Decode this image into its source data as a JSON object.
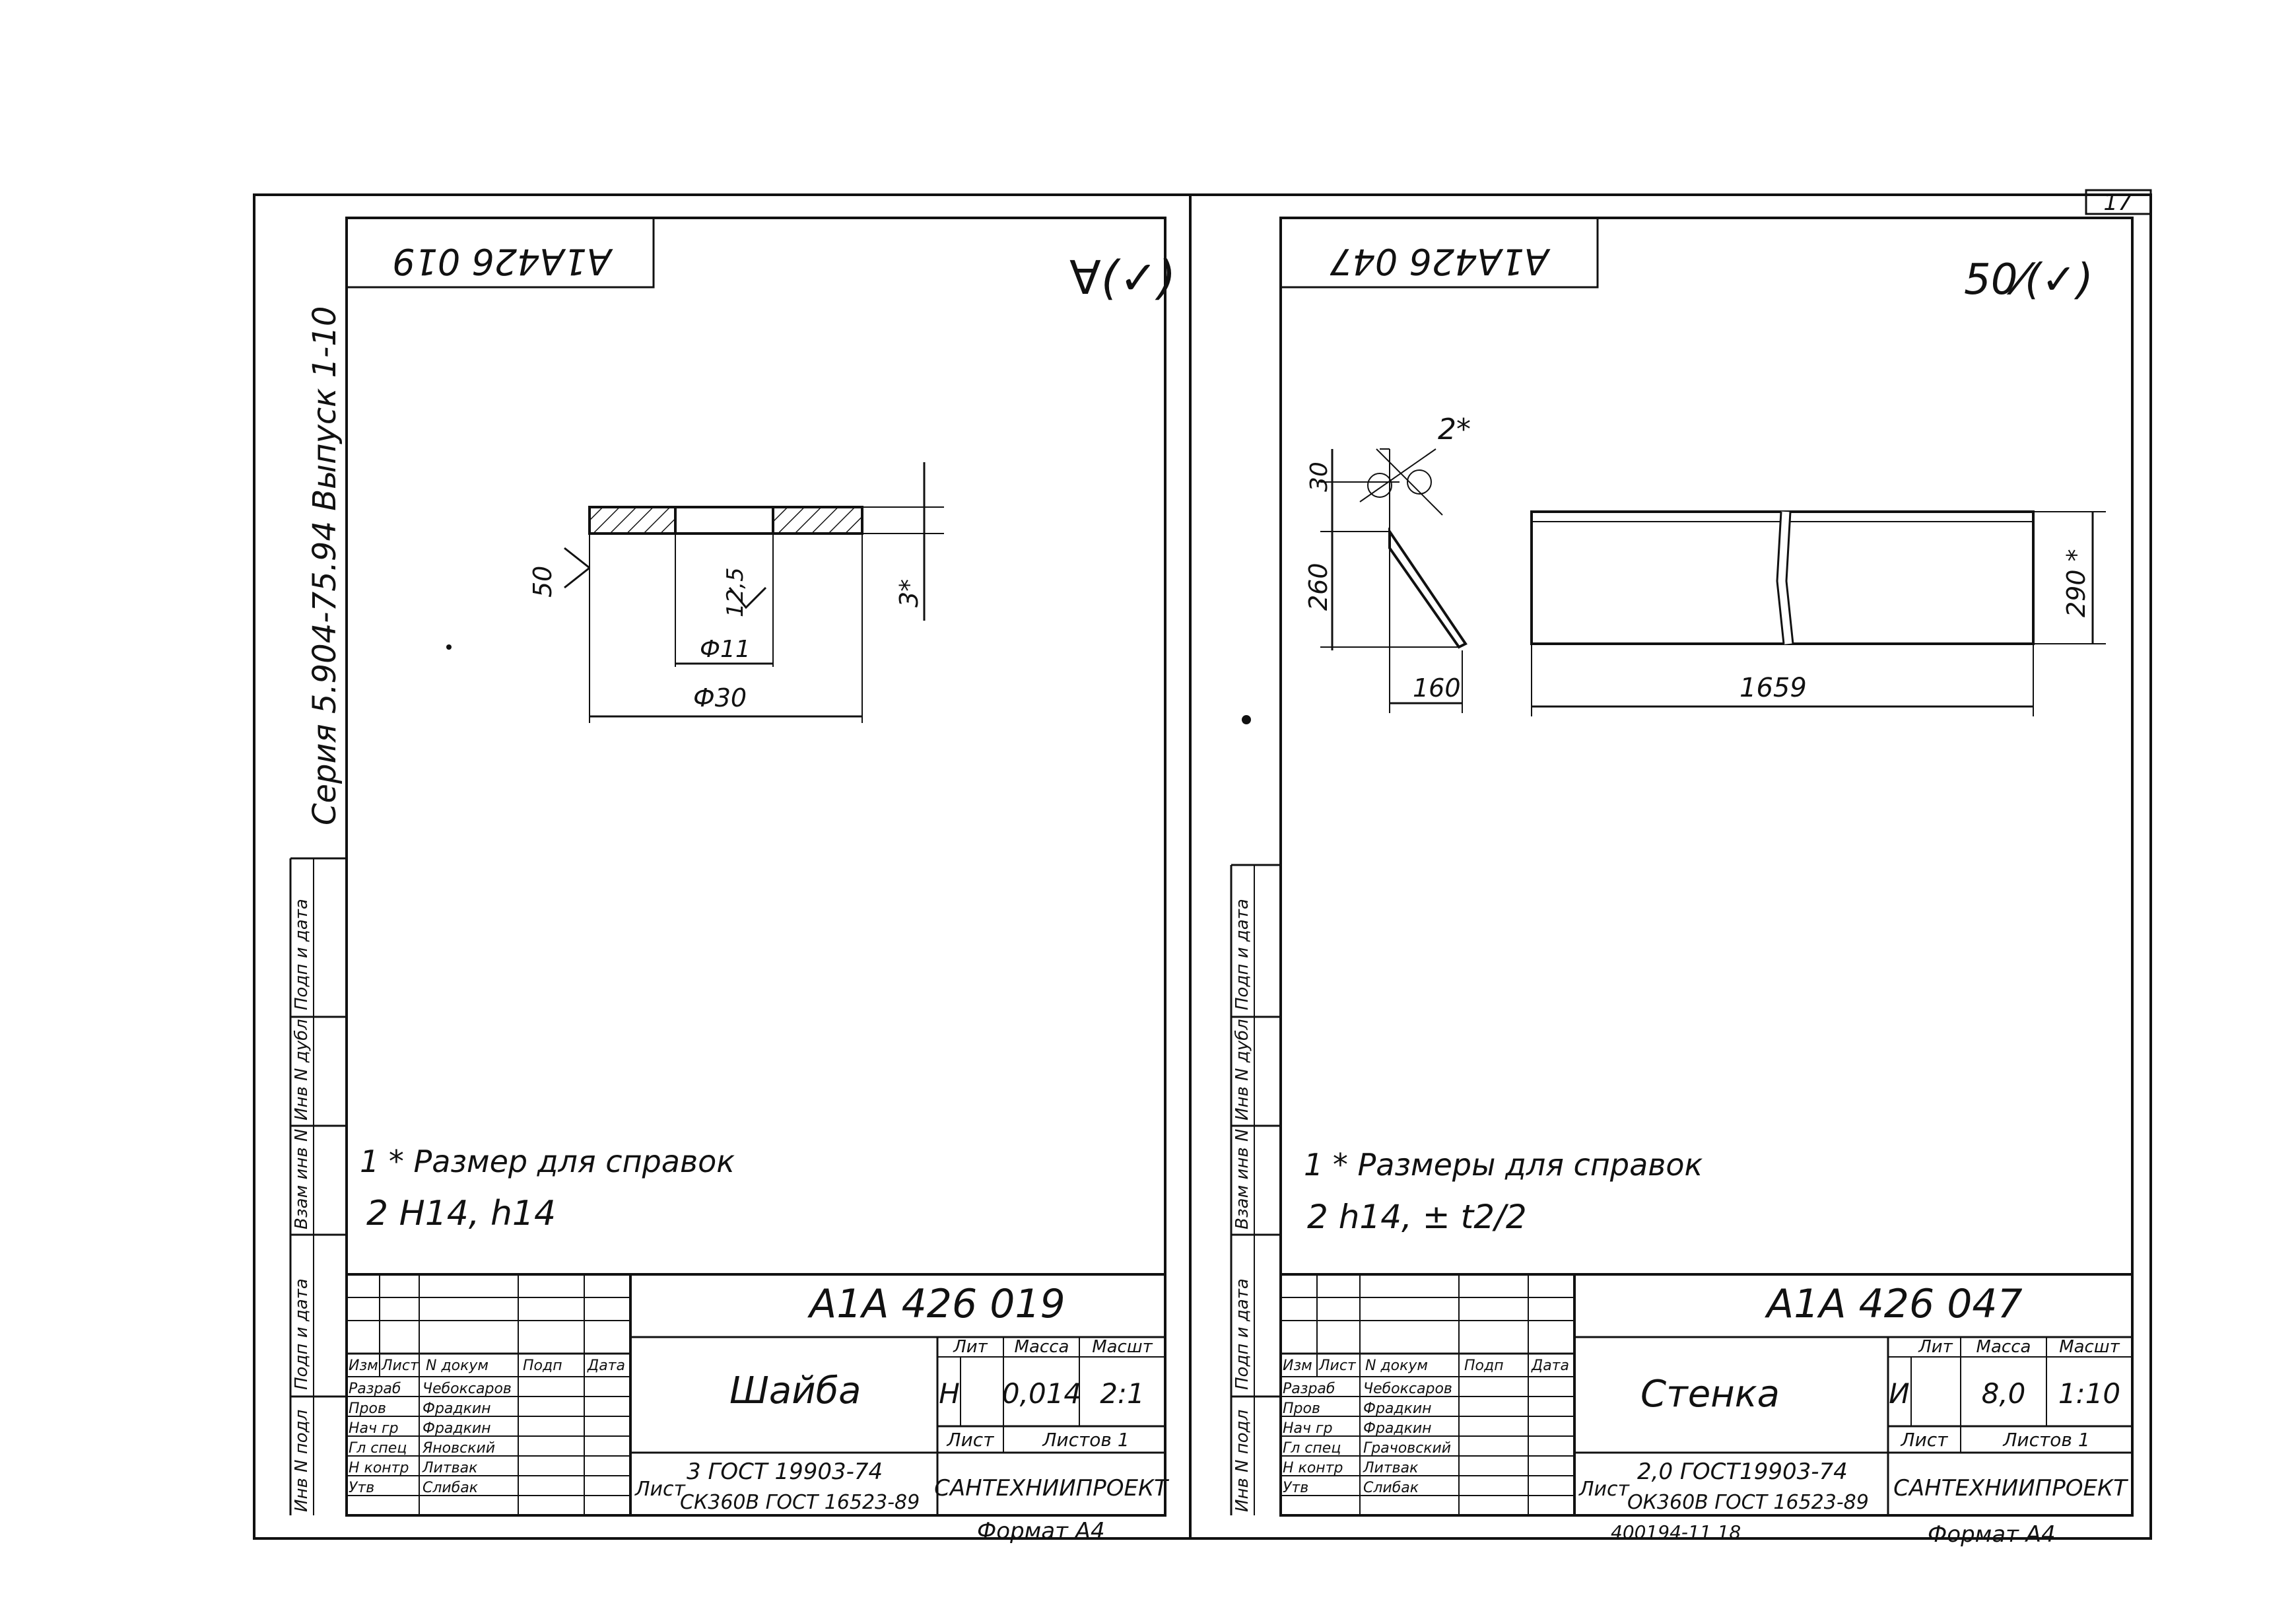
{
  "page_number": "17",
  "series_label": "Серия 5.904-75.94    Выпуск 1-10",
  "footer_code": "400194-11    18",
  "left_margin_cells": [
    "Инв N подл",
    "Подп и дата",
    "Взам инв N",
    "Инв N дубл",
    "Подп и дата"
  ],
  "sheets": [
    {
      "mirrored_code": "A1A426 019",
      "roughness": "∀(✓)",
      "part_name": "Шайба",
      "drawing_code": "A1A 426 019",
      "litera": "Н",
      "mass": "0,014",
      "scale": "2:1",
      "sheet_label": "Лист",
      "sheets_label": "Листов 1",
      "material_top": "3 ГОСТ 19903-74",
      "material_bottom": "СК360В ГОСТ 16523-89",
      "material_prefix": "Лист",
      "organization": "САНТЕХНИИПРОЕКТ",
      "format": "Формат А4",
      "note1": "1 * Размер для справок",
      "note2": "2 H14, h14",
      "dims": {
        "outer": "Ф30",
        "inner": "Ф11",
        "thickness": "3*",
        "rough_left": "50",
        "rough_mid": "12,5"
      },
      "table_headers": [
        "Изм",
        "Лист",
        "N докум",
        "Подп",
        "Дата"
      ],
      "table_roles": [
        "Разраб",
        "Пров",
        "Нач гр",
        "Гл спец",
        "Н контр",
        "Утв"
      ],
      "table_names": [
        "Чебоксаров",
        "Фрадкин",
        "Фрадкин",
        "Яновский",
        "Литвак",
        "Слибак"
      ],
      "col_labels": [
        "Лит",
        "Масса",
        "Масшт"
      ]
    },
    {
      "mirrored_code": "A1A426 047",
      "roughness": "50⁄(✓)",
      "part_name": "Стенка",
      "drawing_code": "A1A 426 047",
      "litera": "И",
      "mass": "8,0",
      "scale": "1:10",
      "sheet_label": "Лист",
      "sheets_label": "Листов 1",
      "material_top": "2,0 ГОСТ19903-74",
      "material_bottom": "ОК360В ГОСТ 16523-89",
      "material_prefix": "Лист",
      "organization": "САНТЕХНИИПРОЕКТ",
      "format": "Формат А4",
      "note1": "1 * Размеры для справок",
      "note2": "2 h14, ± t2/2",
      "dims": {
        "top": "2*",
        "angle": "30",
        "height": "260",
        "base": "160",
        "length": "1659",
        "width": "290 *"
      },
      "table_headers": [
        "Изм",
        "Лист",
        "N докум",
        "Подп",
        "Дата"
      ],
      "table_roles": [
        "Разраб",
        "Пров",
        "Нач гр",
        "Гл спец",
        "Н контр",
        "Утв"
      ],
      "table_names": [
        "Чебоксаров",
        "Фрадкин",
        "Фрадкин",
        "Грачовский",
        "Литвак",
        "Слибак"
      ],
      "col_labels": [
        "Лит",
        "Масса",
        "Масшт"
      ]
    }
  ]
}
